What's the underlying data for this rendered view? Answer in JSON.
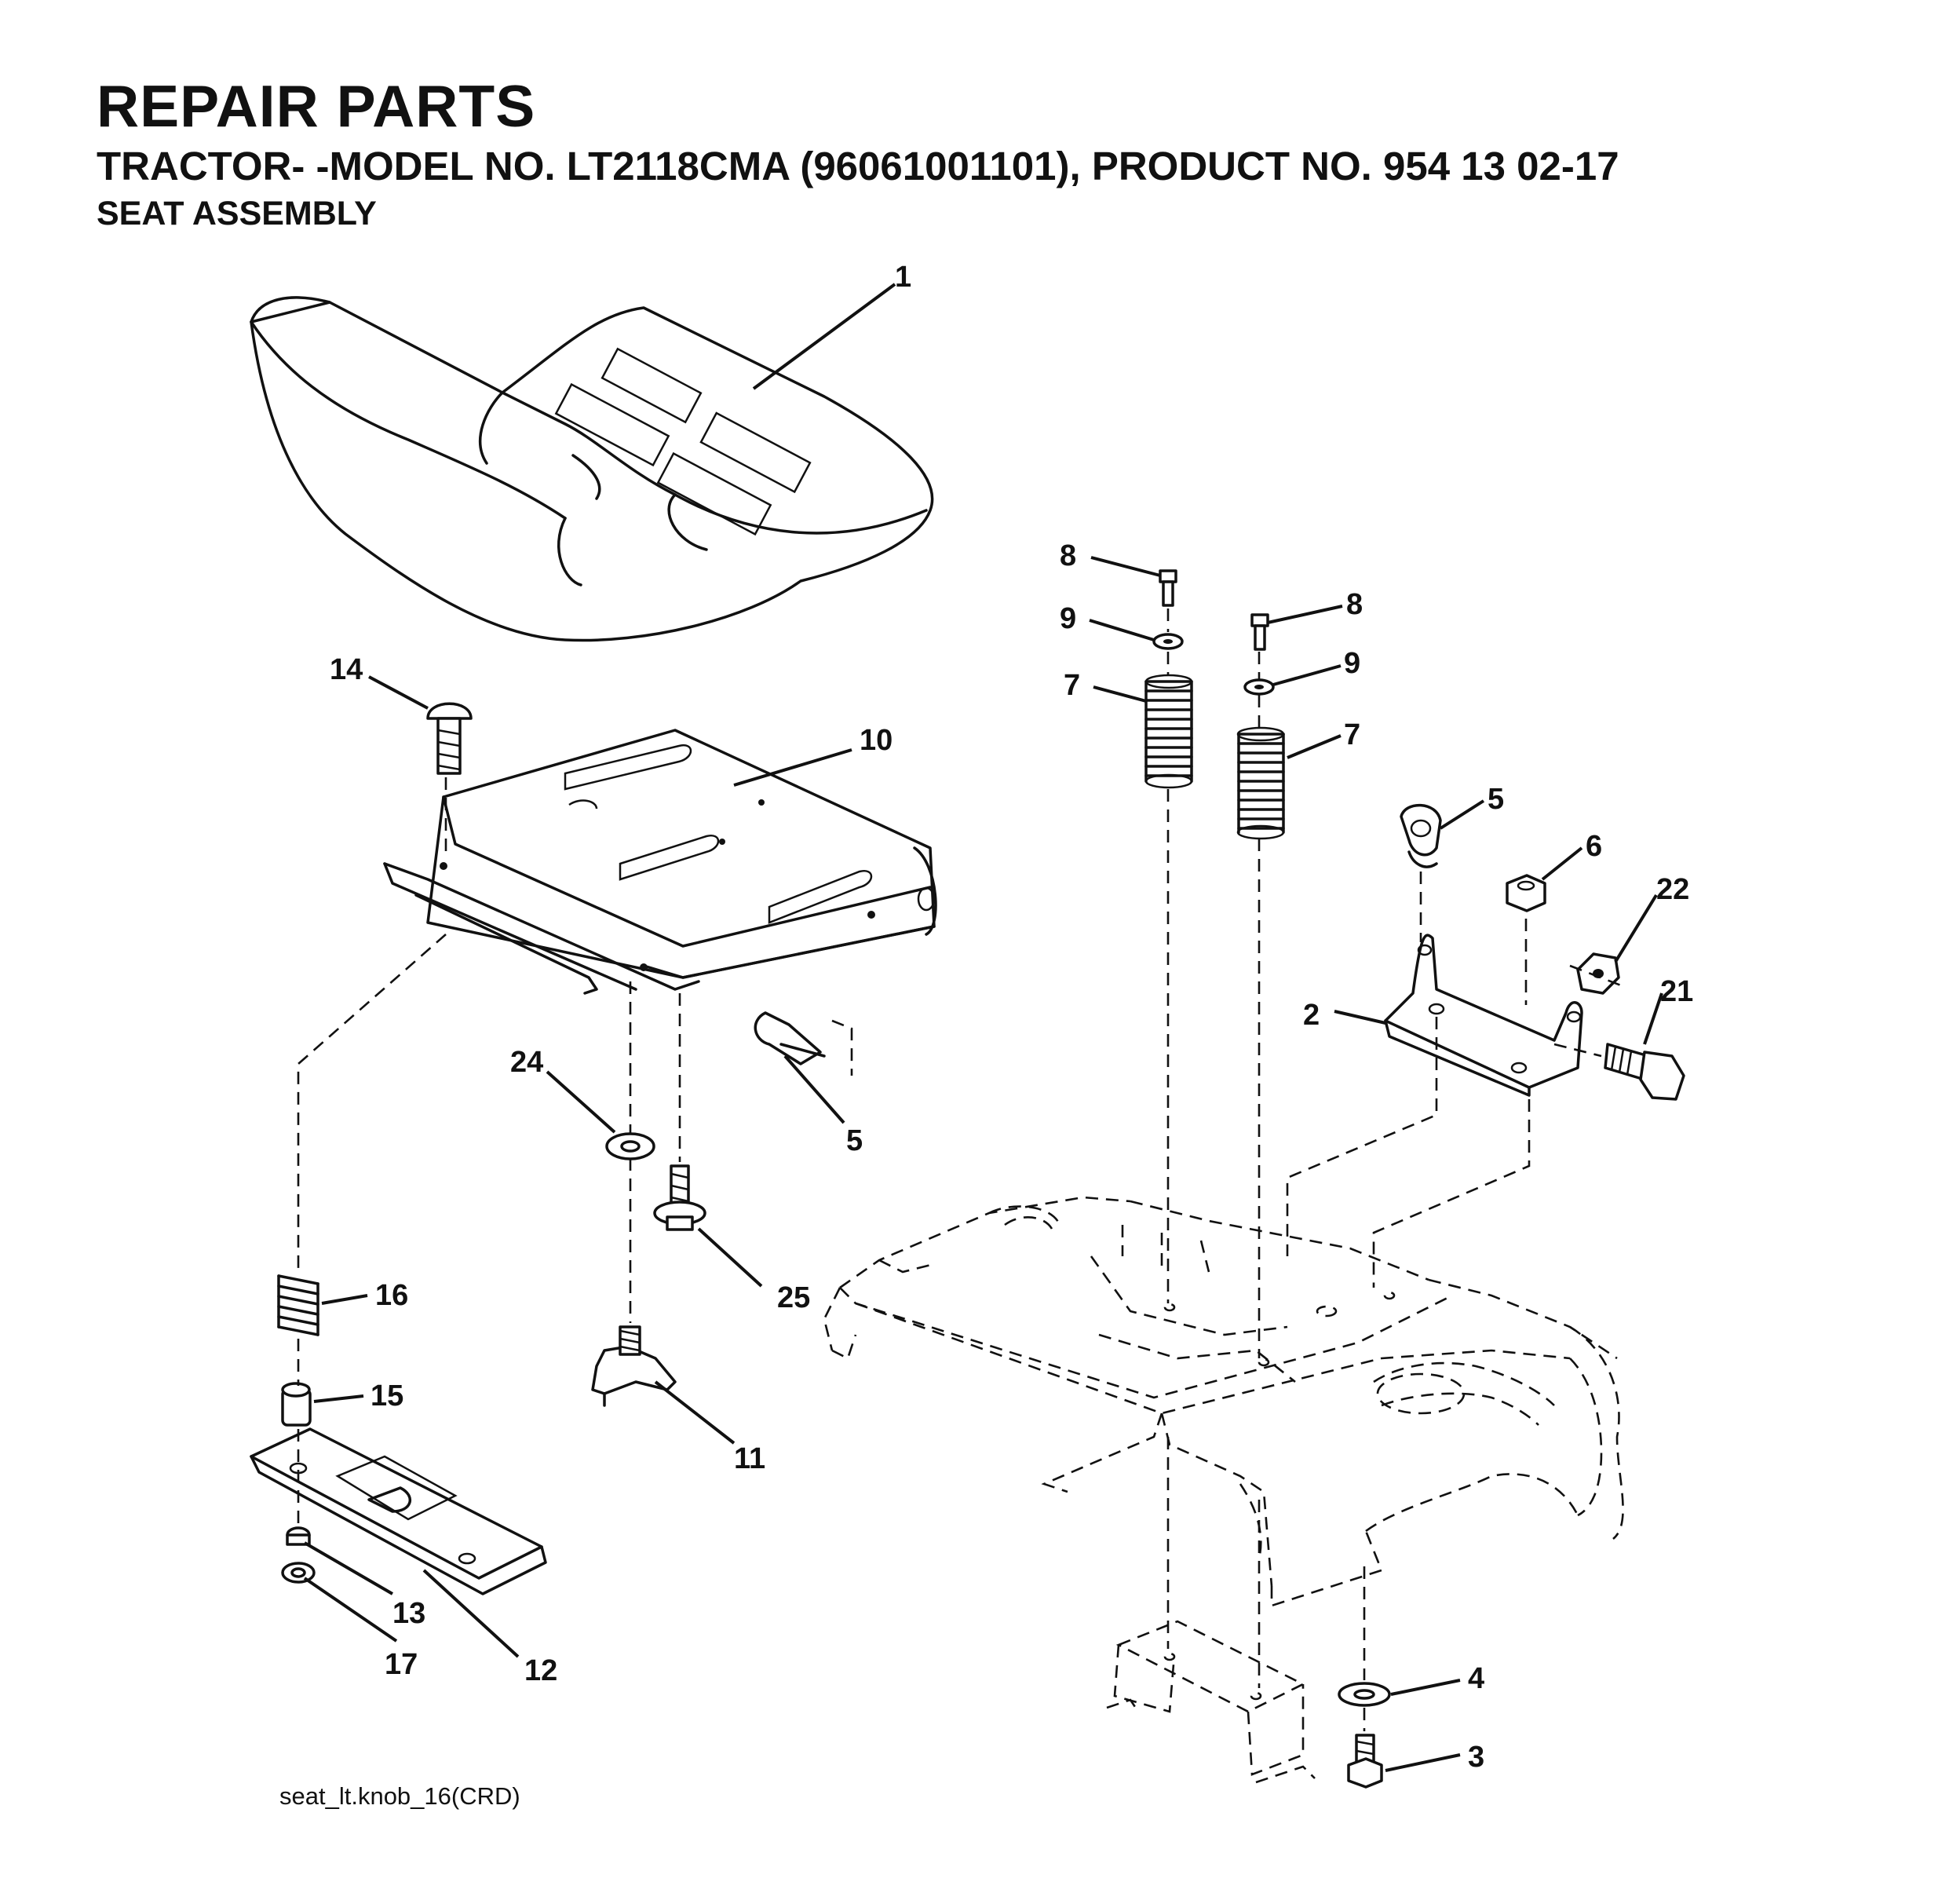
{
  "header": {
    "title": "REPAIR PARTS",
    "subtitle": "TRACTOR- -MODEL NO. LT2118CMA (96061001101), PRODUCT NO. 954 13 02-17",
    "section": "SEAT ASSEMBLY"
  },
  "callouts": {
    "c1": "1",
    "c2": "2",
    "c3": "3",
    "c4": "4",
    "c5a": "5",
    "c5b": "5",
    "c6": "6",
    "c7a": "7",
    "c7b": "7",
    "c8a": "8",
    "c8b": "8",
    "c9a": "9",
    "c9b": "9",
    "c10": "10",
    "c11": "11",
    "c12": "12",
    "c13": "13",
    "c14": "14",
    "c15": "15",
    "c16": "16",
    "c17": "17",
    "c21": "21",
    "c22": "22",
    "c24": "24",
    "c25": "25"
  },
  "caption": "seat_lt.knob_16(CRD)"
}
